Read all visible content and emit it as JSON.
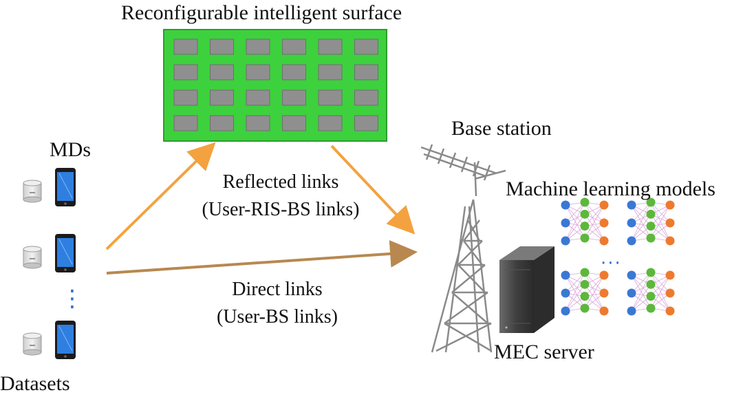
{
  "labels": {
    "ris": "Reconfigurable intelligent surface",
    "base_station": "Base station",
    "mds": "MDs",
    "reflected_title": "Reflected links",
    "reflected_sub": "(User-RIS-BS links)",
    "direct_title": "Direct links",
    "direct_sub": "(User-BS links)",
    "ml_models": "Machine learning models",
    "mec_server": "MEC server",
    "datasets": "Datasets",
    "ellipsis_v": "⋮",
    "ellipsis_h": "···"
  },
  "ris_grid": {
    "rows": 4,
    "cols": 6
  },
  "colors": {
    "ris_panel": "#3dd13d",
    "ris_border": "#2e9c2e",
    "ris_element": "#8f8f8f",
    "reflected_arrow": "#f3a23f",
    "direct_arrow": "#b88850",
    "phone_screen": "#2f7fe0",
    "nn_input": "#3a78d4",
    "nn_hidden": "#5cb83a",
    "nn_output": "#ee7a2e",
    "tower": "#8a8a8a",
    "server": "#4a4a4a"
  },
  "icons": [
    "phone-icon",
    "database-icon",
    "server-icon",
    "tower-icon",
    "neural-network-icon"
  ]
}
